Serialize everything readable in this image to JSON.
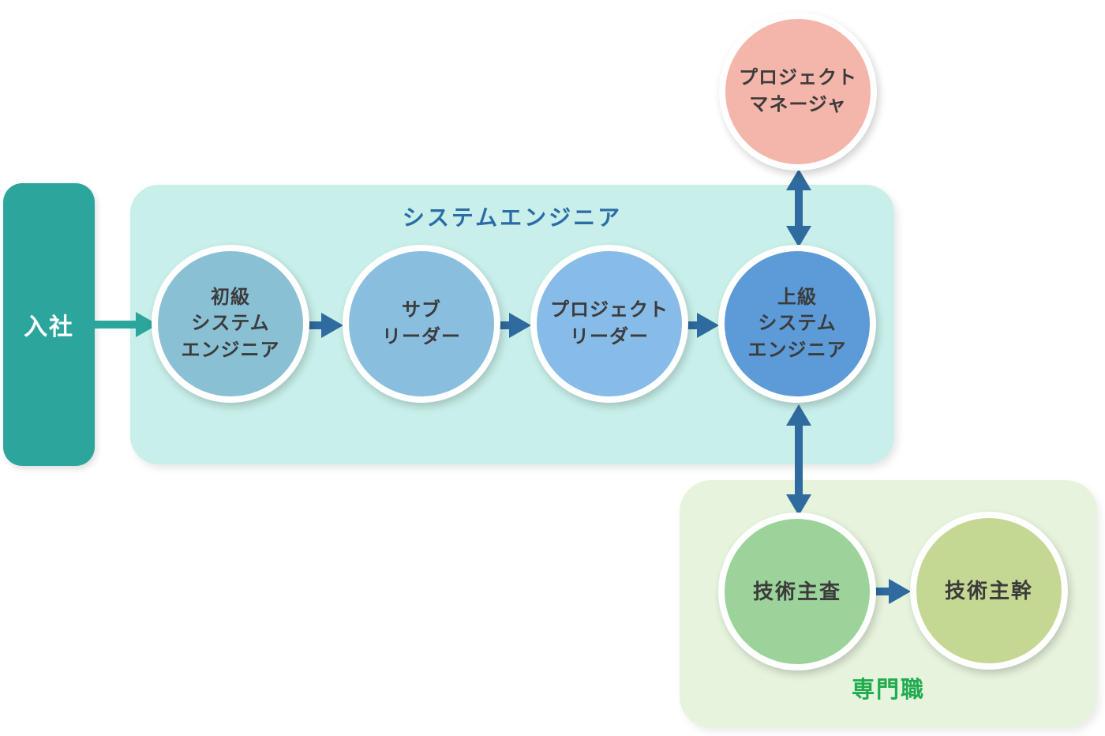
{
  "diagram": {
    "entry": {
      "label": "入社"
    },
    "se_group": {
      "title": "システムエンジニア",
      "nodes": {
        "junior": {
          "label": "初級\nシステム\nエンジニア",
          "color": "#8ac0d4"
        },
        "sub_leader": {
          "label": "サブ\nリーダー",
          "color": "#8abede"
        },
        "project_leader": {
          "label": "プロジェクト\nリーダー",
          "color": "#87bbe8"
        },
        "senior": {
          "label": "上級\nシステム\nエンジニア",
          "color": "#5c9bd8"
        }
      }
    },
    "manager": {
      "label": "プロジェクト\nマネージャ",
      "color": "#f4b5aa"
    },
    "specialist_group": {
      "title": "専門職",
      "nodes": {
        "tech_chief": {
          "label": "技術主査",
          "color": "#9bd39b"
        },
        "tech_director": {
          "label": "技術主幹",
          "color": "#c5d893"
        }
      }
    },
    "colors": {
      "entry_block": "#2ca69c",
      "se_box_bg": "#c8efea",
      "se_title_text": "#2c6ca6",
      "specialist_box_bg": "#e6f4de",
      "specialist_title_text": "#21ab4f",
      "arrow_blue": "#2f6b9e",
      "arrow_teal": "#2ca69c",
      "node_text": "#3b3b3b",
      "node_ring": "#ffffff"
    }
  }
}
